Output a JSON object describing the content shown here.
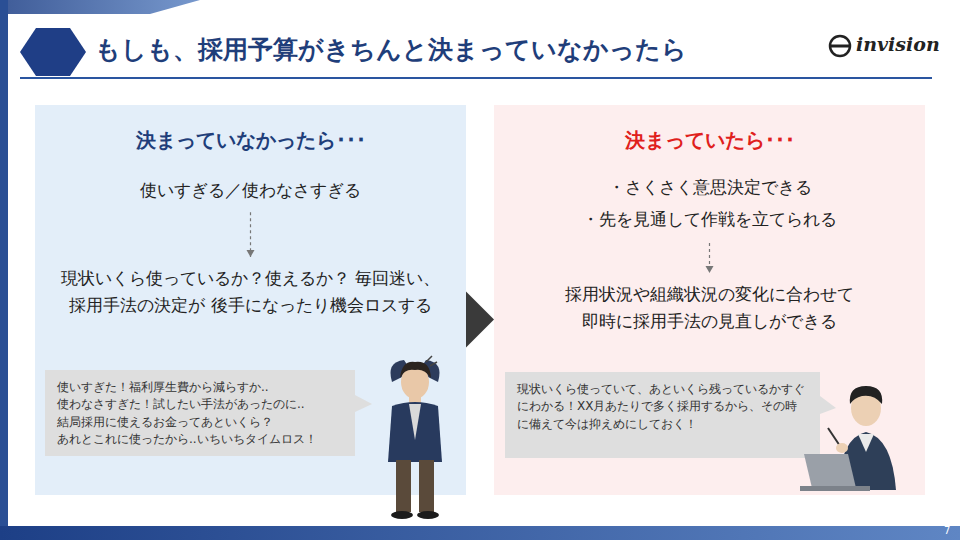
{
  "diagram": {
    "title": "もしも、採用予算がきちんと決まっていなかったら",
    "nodes": [
      {
        "text": [
          "決まっていなかったら･･･"
        ]
      },
      {
        "text": [
          "使いすぎる／使わなさすぎる"
        ],
        "in": 0
      },
      {
        "text": [
          "現状いくら使っているか？使えるか？ 毎回迷い、採用手法の決定が 後手になったり機会ロスする"
        ],
        "in": 0
      },
      {
        "text": [
          "使いすぎた！福利厚生費から減らすか.. 使わなさすぎた！試したい手法があったのに.. 結局採用に使えるお金ってあといくら？ あれとこれに使ったから..いちいちタイムロス！"
        ],
        "in": 0
      },
      {
        "text": [
          "決まっていたら･･･"
        ]
      },
      {
        "text": [
          "・さくさく意思決定できる",
          "・先を見通して作戦を立てられる"
        ],
        "in": 4
      },
      {
        "text": [
          "採用状況や組織状況の変化に合わせて 即時に採用手法の見直しができる"
        ],
        "in": 4
      },
      {
        "text": [
          "現状いくら使っていて、あといくら残っているかすぐにわかる！XX月あたりで多く採用するから、その時に備えて今は抑えめにしておく！"
        ],
        "in": 4
      }
    ],
    "edges": [
      {
        "from": 0,
        "to": 4,
        "arrow": "to"
      },
      {
        "from": 1,
        "to": 2,
        "arrow": "to"
      },
      {
        "from": 5,
        "to": 6,
        "arrow": "to"
      }
    ],
    "labels": [
      "invision",
      "7"
    ]
  }
}
